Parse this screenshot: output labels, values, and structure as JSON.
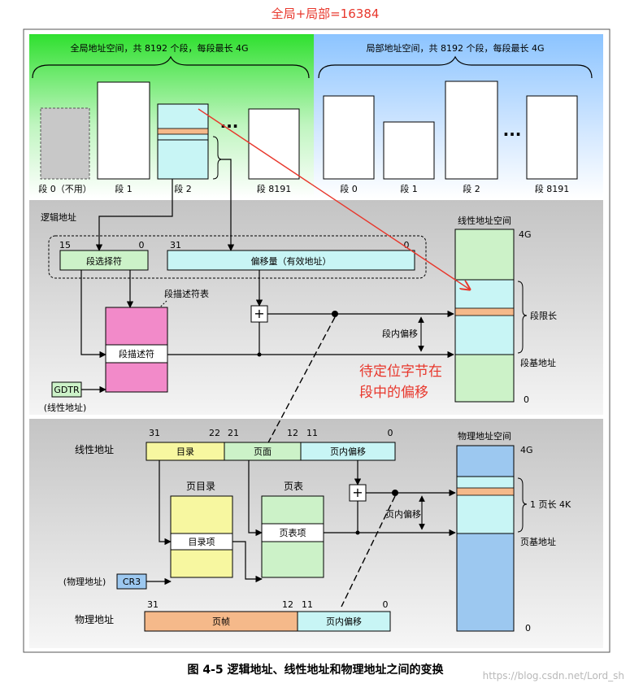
{
  "header_note": "全局+局部=16384",
  "global_space": {
    "title": "全局地址空间，共 8192 个段，每段最长 4G",
    "seg0": "段 0（不用）",
    "seg1": "段 1",
    "seg2": "段 2",
    "seg8191": "段 8191",
    "dots": "···"
  },
  "local_space": {
    "title": "局部地址空间，共 8192 个段，每段最长 4G",
    "seg0": "段 0",
    "seg1": "段 1",
    "seg2": "段 2",
    "seg8191": "段 8191",
    "dots": "···"
  },
  "logical": {
    "label": "逻辑地址",
    "selector_label": "段选择符",
    "selector_bit_hi": "15",
    "selector_bit_lo": "0",
    "offset_label": "偏移量（有效地址）",
    "offset_bit_hi": "31",
    "offset_bit_lo": "0",
    "desc_table_label": "段描述符表",
    "descriptor_label": "段描述符",
    "gdtr_label": "GDTR",
    "gdtr_note": "(线性地址)",
    "seg_offset_label": "段内偏移",
    "plus": "+"
  },
  "linear_space": {
    "title": "线性地址空间",
    "top": "4G",
    "bottom": "0",
    "limit_label": "段限长",
    "base_label": "段基地址"
  },
  "annotation": {
    "line1": "待定位字节在",
    "line2": "段中的偏移"
  },
  "paging": {
    "linear_label": "线性地址",
    "bit31": "31",
    "bit22": "22",
    "bit21": "21",
    "bit12": "12",
    "bit11": "11",
    "bit0": "0",
    "dir_field": "目录",
    "page_field": "页面",
    "offset_field": "页内偏移",
    "page_dir_title": "页目录",
    "page_table_title": "页表",
    "dir_entry": "目录项",
    "table_entry": "页表项",
    "cr3_label": "CR3",
    "cr3_note": "(物理地址)",
    "page_offset_label": "页内偏移",
    "plus": "+",
    "physical_label": "物理地址",
    "phys_bit31": "31",
    "phys_bit12": "12",
    "phys_bit11": "11",
    "phys_bit0": "0",
    "frame_field": "页帧",
    "phys_offset_field": "页内偏移"
  },
  "physical_space": {
    "title": "物理地址空间",
    "top": "4G",
    "bottom": "0",
    "page_len_label": "1 页长 4K",
    "page_base_label": "页基地址"
  },
  "caption": "图 4-5  逻辑地址、线性地址和物理地址之间的变换",
  "watermark": "https://blog.csdn.net/Lord_sh"
}
